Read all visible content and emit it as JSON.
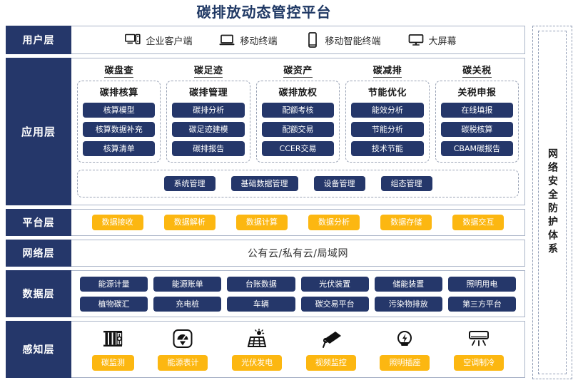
{
  "title": "碳排放动态管控平台",
  "security_column": {
    "label": "网络安全防护体系"
  },
  "layers": {
    "user": {
      "label": "用户层",
      "terminals": [
        {
          "icon": "desktop-pc-icon",
          "label": "企业客户端"
        },
        {
          "icon": "laptop-icon",
          "label": "移动终端"
        },
        {
          "icon": "smartphone-icon",
          "label": "移动智能终端"
        },
        {
          "icon": "large-screen-icon",
          "label": "大屏幕"
        }
      ]
    },
    "application": {
      "label": "应用层",
      "groups": [
        {
          "title": "碳盘查",
          "subtitle": "碳排核算",
          "items": [
            "核算模型",
            "核算数据补充",
            "核算清单"
          ]
        },
        {
          "title": "碳足迹",
          "subtitle": "碳排管理",
          "items": [
            "碳排分析",
            "碳足迹建模",
            "碳排报告"
          ]
        },
        {
          "title": "碳资产",
          "subtitle": "碳排放权",
          "items": [
            "配额考核",
            "配额交易",
            "CCER交易"
          ]
        },
        {
          "title": "碳减排",
          "subtitle": "节能优化",
          "items": [
            "能效分析",
            "节能分析",
            "技术节能"
          ]
        },
        {
          "title": "碳关税",
          "subtitle": "关税申报",
          "items": [
            "在线填报",
            "碳税核算",
            "CBAM碳报告"
          ]
        }
      ],
      "common": [
        "系统管理",
        "基础数据管理",
        "设备管理",
        "组态管理"
      ]
    },
    "platform": {
      "label": "平台层",
      "items": [
        "数据接收",
        "数据解析",
        "数据计算",
        "数据分析",
        "数据存储",
        "数据交互"
      ]
    },
    "network": {
      "label": "网络层",
      "text": "公有云/私有云/局域网"
    },
    "data": {
      "label": "数据层",
      "row1": [
        "能源计量",
        "能源账单",
        "台账数据",
        "光伏装置",
        "储能装置",
        "照明用电"
      ],
      "row2": [
        "植物碳汇",
        "充电桩",
        "车辆",
        "碳交易平台",
        "污染物排放",
        "第三方平台"
      ]
    },
    "sensing": {
      "label": "感知层",
      "items": [
        {
          "icon": "carbon-monitor-icon",
          "label": "碳监测"
        },
        {
          "icon": "energy-meter-icon",
          "label": "能源表计"
        },
        {
          "icon": "solar-panel-icon",
          "label": "光伏发电"
        },
        {
          "icon": "cctv-camera-icon",
          "label": "视频监控"
        },
        {
          "icon": "lightbulb-socket-icon",
          "label": "照明插座"
        },
        {
          "icon": "air-conditioner-icon",
          "label": "空调制冷"
        }
      ]
    }
  },
  "colors": {
    "navy": "#25376a",
    "yellow": "#fcb711",
    "border": "#aab4c8",
    "dashed": "#9aa3b5",
    "title": "#1f3864"
  }
}
